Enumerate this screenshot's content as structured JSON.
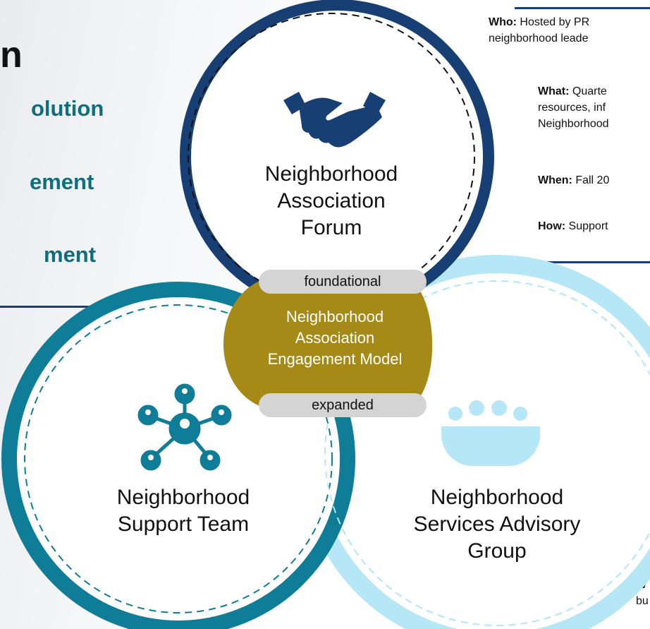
{
  "left_panel": {
    "title_fragment": "n",
    "items": [
      "olution",
      "ement",
      "ment"
    ]
  },
  "info_panel": {
    "who_label": "Who:",
    "who_text_1": " Hosted by PR",
    "who_text_2": "neighborhood leade",
    "what_label": "What:",
    "what_text_1": " Quarte",
    "what_text_2": "resources, inf",
    "what_text_3": "Neighborhood",
    "when_label": "When:",
    "when_text": " Fall 20",
    "how_label": "How:",
    "how_text": " Support"
  },
  "bottom_right": {
    "label": "W",
    "text": "bu"
  },
  "circles": {
    "forum": {
      "line1": "Neighborhood",
      "line2": "Association",
      "line3": "Forum",
      "icon": "handshake-icon"
    },
    "support": {
      "line1": "Neighborhood",
      "line2": "Support Team",
      "icon": "network-icon"
    },
    "advisory": {
      "line1": "Neighborhood",
      "line2": "Services Advisory",
      "line3": "Group",
      "icon": "meeting-icon"
    }
  },
  "center": {
    "top_pill": "foundational",
    "line1": "Neighborhood",
    "line2": "Association",
    "line3": "Engagement Model",
    "bottom_pill": "expanded"
  },
  "colors": {
    "forum_ring": "#173f73",
    "support_ring": "#0f7d98",
    "advisory_ring": "#b6e7f7",
    "center_fill": "#a68a17",
    "pill_fill": "#d4d4d4",
    "left_text": "#0f6e7d"
  }
}
